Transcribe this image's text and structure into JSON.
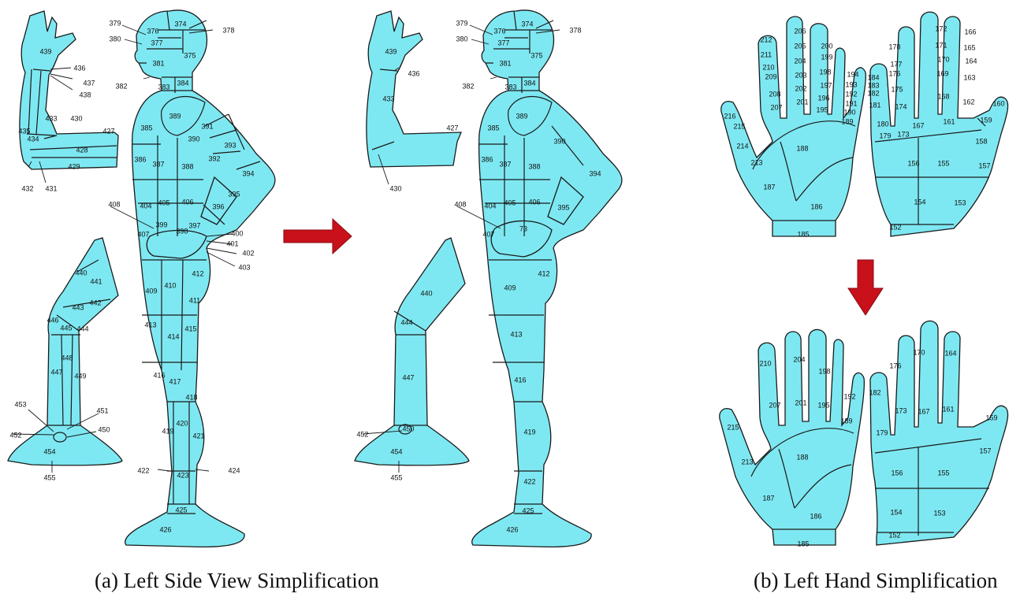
{
  "captions": {
    "left": "(a) Left Side View Simplification",
    "right": "(b) Left Hand Simplification"
  },
  "colors": {
    "body_fill": "#7ee8f2",
    "outline": "#1a1a1a",
    "arrow": "#c8111b"
  },
  "labels": {
    "full_body": [
      "374",
      "375",
      "376",
      "377",
      "378",
      "379",
      "380",
      "381",
      "382",
      "383",
      "384",
      "385",
      "386",
      "387",
      "388",
      "389",
      "390",
      "391",
      "392",
      "393",
      "394",
      "395",
      "396",
      "397",
      "398",
      "399",
      "400",
      "401",
      "402",
      "403",
      "404",
      "405",
      "406",
      "407",
      "408",
      "409",
      "410",
      "411",
      "412",
      "413",
      "414",
      "415",
      "416",
      "417",
      "418",
      "419",
      "420",
      "421",
      "422",
      "423",
      "424",
      "425",
      "426"
    ],
    "full_arm": [
      "439",
      "436",
      "437",
      "438",
      "433",
      "430",
      "427",
      "428",
      "429",
      "435",
      "434",
      "432",
      "431"
    ],
    "full_leg": [
      "440",
      "441",
      "442",
      "443",
      "444",
      "445",
      "446",
      "447",
      "448",
      "449",
      "450",
      "451",
      "452",
      "453",
      "454",
      "455"
    ],
    "simple_body": [
      "374",
      "375",
      "376",
      "377",
      "378",
      "379",
      "380",
      "381",
      "382",
      "383",
      "384",
      "385",
      "386",
      "387",
      "388",
      "389",
      "390",
      "394",
      "395",
      "404",
      "405",
      "406",
      "407",
      "408",
      "73",
      "409",
      "412",
      "413",
      "416",
      "419",
      "422",
      "425",
      "426"
    ],
    "simple_arm": [
      "439",
      "436",
      "433",
      "427",
      "430"
    ],
    "simple_leg": [
      "440",
      "444",
      "447",
      "450",
      "452",
      "454",
      "455"
    ],
    "full_hand_left": [
      "212",
      "211",
      "210",
      "209",
      "208",
      "207",
      "206",
      "205",
      "204",
      "203",
      "202",
      "201",
      "200",
      "199",
      "198",
      "197",
      "196",
      "195",
      "194",
      "193",
      "192",
      "191",
      "190",
      "189",
      "216",
      "215",
      "214",
      "213",
      "188",
      "187",
      "186",
      "185"
    ],
    "full_hand_right": [
      "184",
      "183",
      "182",
      "181",
      "180",
      "179",
      "178",
      "177",
      "176",
      "175",
      "174",
      "173",
      "172",
      "171",
      "170",
      "169",
      "168",
      "167",
      "166",
      "165",
      "164",
      "163",
      "162",
      "161",
      "160",
      "159",
      "158",
      "157",
      "156",
      "155",
      "154",
      "153",
      "152"
    ],
    "simple_hand_left": [
      "210",
      "207",
      "204",
      "201",
      "198",
      "195",
      "192",
      "189",
      "215",
      "213",
      "188",
      "187",
      "186",
      "185"
    ],
    "simple_hand_right": [
      "182",
      "179",
      "176",
      "173",
      "170",
      "167",
      "164",
      "161",
      "159",
      "157",
      "156",
      "155",
      "154",
      "153",
      "152"
    ]
  }
}
